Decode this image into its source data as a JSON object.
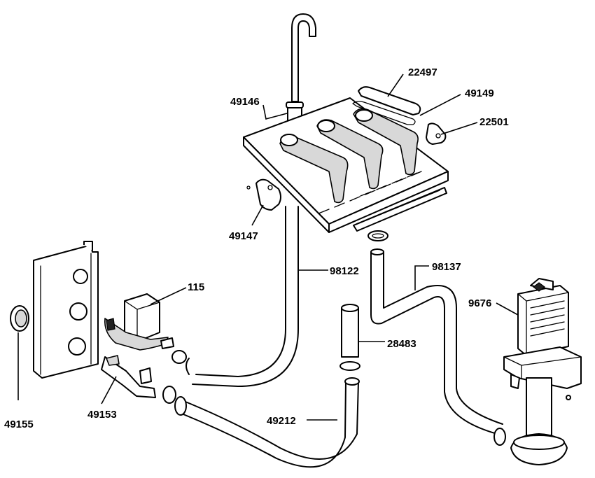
{
  "callouts": {
    "c22497": "22497",
    "c49146": "49146",
    "c49149": "49149",
    "c22501": "22501",
    "c49147": "49147",
    "c98122": "98122",
    "c98137": "98137",
    "c115": "115",
    "c9676": "9676",
    "c28483": "28483",
    "c49155": "49155",
    "c49153": "49153",
    "c49212": "49212"
  },
  "colors": {
    "line": "#000000",
    "background": "#ffffff",
    "shade": "#d8d8d8"
  }
}
